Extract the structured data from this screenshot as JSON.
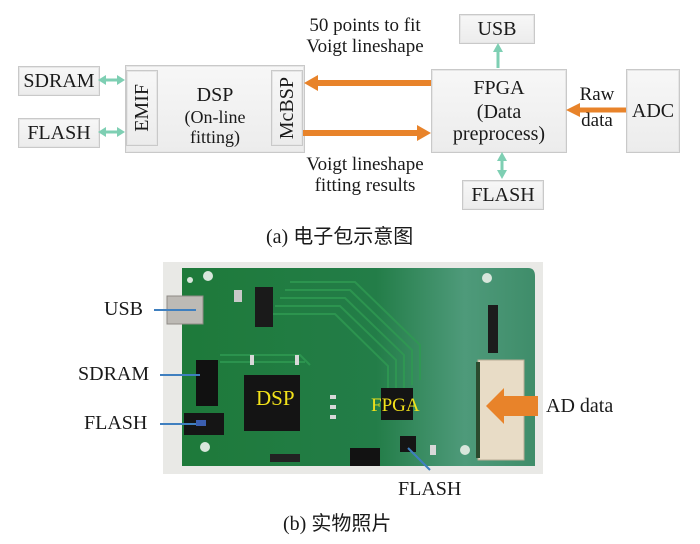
{
  "diagram": {
    "blocks": {
      "sdram": "SDRAM",
      "flash_left": "FLASH",
      "emif": "EMIF",
      "dsp_title": "DSP",
      "dsp_subtitle": "(On-line fitting)",
      "mcbsp": "McBSP",
      "fpga_title": "FPGA",
      "fpga_subtitle": "(Data preprocess)",
      "usb": "USB",
      "flash_bottom": "FLASH",
      "adc": "ADC"
    },
    "edge_labels": {
      "top_line1": "50 points to fit",
      "top_line2": "Voigt lineshape",
      "bottom_line1": "Voigt lineshape",
      "bottom_line2": "fitting results",
      "raw_line1": "Raw",
      "raw_line2": "data"
    },
    "colors": {
      "data_arrow": "#e8832a",
      "bus_arrow": "#7ecfb3",
      "pointer_line": "#3f7fbf",
      "chip_label": "#f2e21a"
    },
    "caption": "(a) 电子包示意图"
  },
  "photo": {
    "labels": {
      "usb": "USB",
      "sdram": "SDRAM",
      "flash_left": "FLASH",
      "flash_bottom": "FLASH",
      "ad_data": "AD data"
    },
    "chips": {
      "dsp": "DSP",
      "fpga": "FPGA"
    },
    "caption": "(b) 实物照片"
  }
}
